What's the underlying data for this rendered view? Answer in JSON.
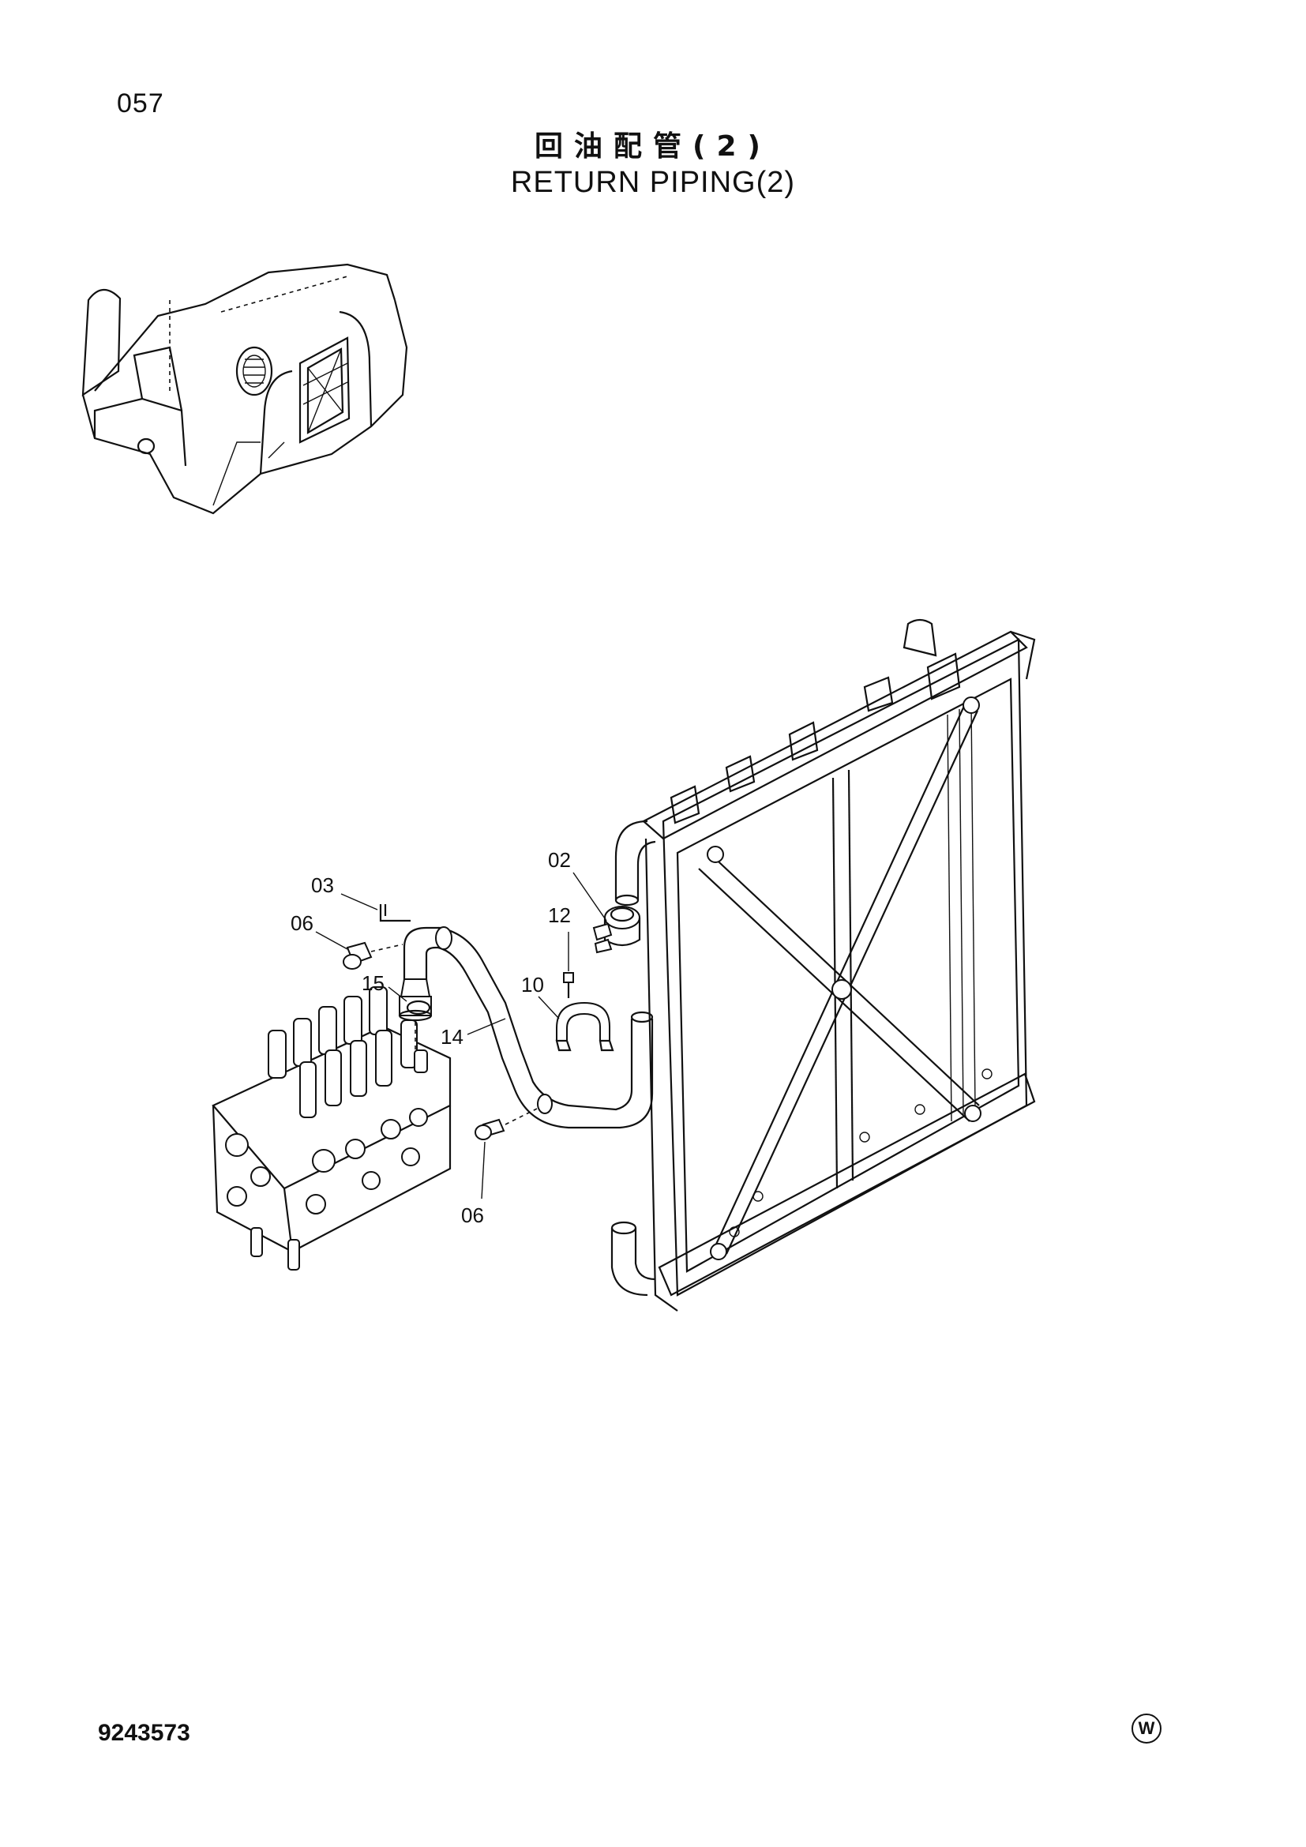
{
  "header": {
    "page_number": "057",
    "title_cn": "回油配管(2)",
    "title_en": "RETURN PIPING(2)"
  },
  "footer": {
    "document_code": "9243573",
    "mark": "W"
  },
  "callouts": {
    "c02": "02",
    "c03": "03",
    "c06a": "06",
    "c06b": "06",
    "c10": "10",
    "c12": "12",
    "c14": "14",
    "c15": "15"
  }
}
